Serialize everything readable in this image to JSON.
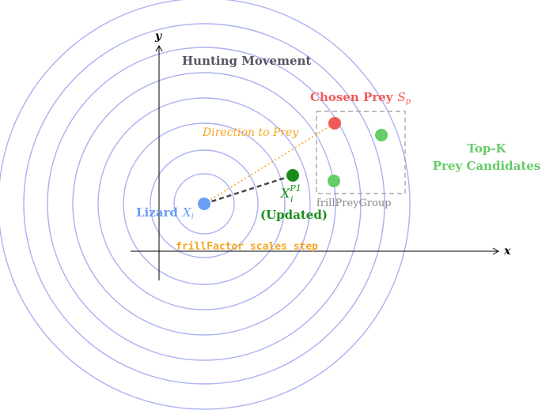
{
  "title": "Hunting Movement",
  "axes": {
    "x_label": "x",
    "y_label": "y"
  },
  "lizard": {
    "label": "Lizard",
    "math": "X",
    "math_sub": "i"
  },
  "updated": {
    "math": "X",
    "math_sub": "i",
    "math_sup": "P1",
    "label": "(Updated)"
  },
  "chosen_prey": {
    "label": "Chosen Prey",
    "math": "S",
    "math_sub": "p"
  },
  "direction_label": "Direction to Prey",
  "group_label": "frillPreyGroup",
  "topk": {
    "line1": "Top-K",
    "line2": "Prey Candidates"
  },
  "frill_label": "frillFactor scales step",
  "colors": {
    "rings": "#aab0f2",
    "lizard": "#6a9ef5",
    "updated": "#1a8c1a",
    "chosen": "#f25a5a",
    "candidate": "#66cc66",
    "direction": "#f5a623",
    "step_line": "#444444",
    "group_box": "#999999",
    "title": "#555566",
    "topk": "#66cc66",
    "frill": "#f5a623"
  }
}
